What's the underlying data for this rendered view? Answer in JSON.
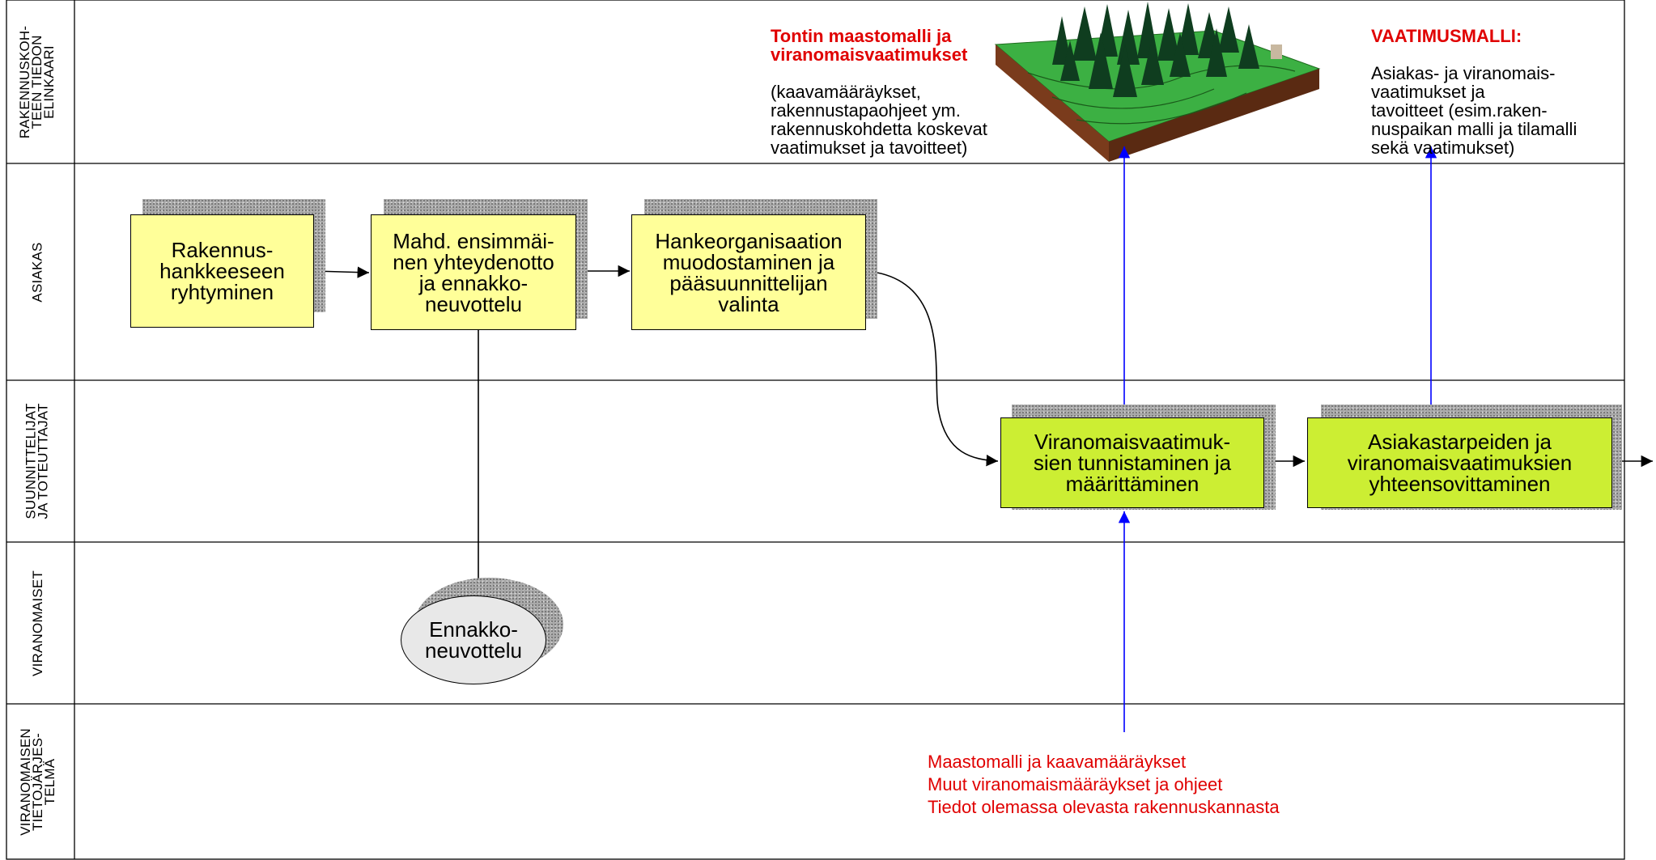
{
  "lanes": [
    {
      "label": "RAKENNUSKOH-\nTEEN TIEDON\nELINKAARI"
    },
    {
      "label": "ASIAKAS"
    },
    {
      "label": "SUUNNITTELIJAT\nJA TOTEUTTAJAT"
    },
    {
      "label": "VIRANOMAISET"
    },
    {
      "label": "VIRANOMAISEN\nTIETOJÄRJES-\nTELMÄ"
    }
  ],
  "boxes": {
    "rakennushanke": "Rakennus-\nhankkeeseen\nryhtyminen",
    "yhteydenotto": "Mahd. ensimmäi-\nnen yhteydenotto\nja ennakko-\nneuvottelu",
    "hankeorganisaatio": "Hankeorganisaation\nmuodostaminen ja\npääsuunnittelijan\nvalinta",
    "tunnistaminen": "Viranomaisvaatimuk-\nsien tunnistaminen ja\nmäärittäminen",
    "yhteensovittaminen": "Asiakastarpeiden ja\nviranomaisvaatimuksien\nyhteensovittaminen"
  },
  "oval": {
    "label": "Ennakko-\nneuvottelu"
  },
  "notes": {
    "tontti_title": "Tontin maastomalli ja\nviranomaisvaatimukset",
    "tontti_body": "(kaavamääräykset,\nrakennustapaohjeet ym.\nrakennuskohdetta koskevat\nvaatimukset ja tavoitteet)",
    "vaatimus_title": "VAATIMUSMALLI:",
    "vaatimus_body": "Asiakas- ja viranomais-\nvaatimukset ja\n tavoitteet (esim.raken-\nnuspaikan malli ja tilamalli\nsekä vaatimukset)"
  },
  "bottom_notes": [
    "Maastomalli ja kaavamääräykset",
    "Muut viranomaismääräykset ja ohjeet",
    "Tiedot olemassa olevasta rakennuskannasta"
  ],
  "colors": {
    "yellow_box": "#ffff99",
    "green_box": "#ccee33",
    "red_text": "#e00000",
    "blue_arrow": "#0000ff"
  },
  "icons": {
    "terrain": "terrain-model-illustration"
  }
}
